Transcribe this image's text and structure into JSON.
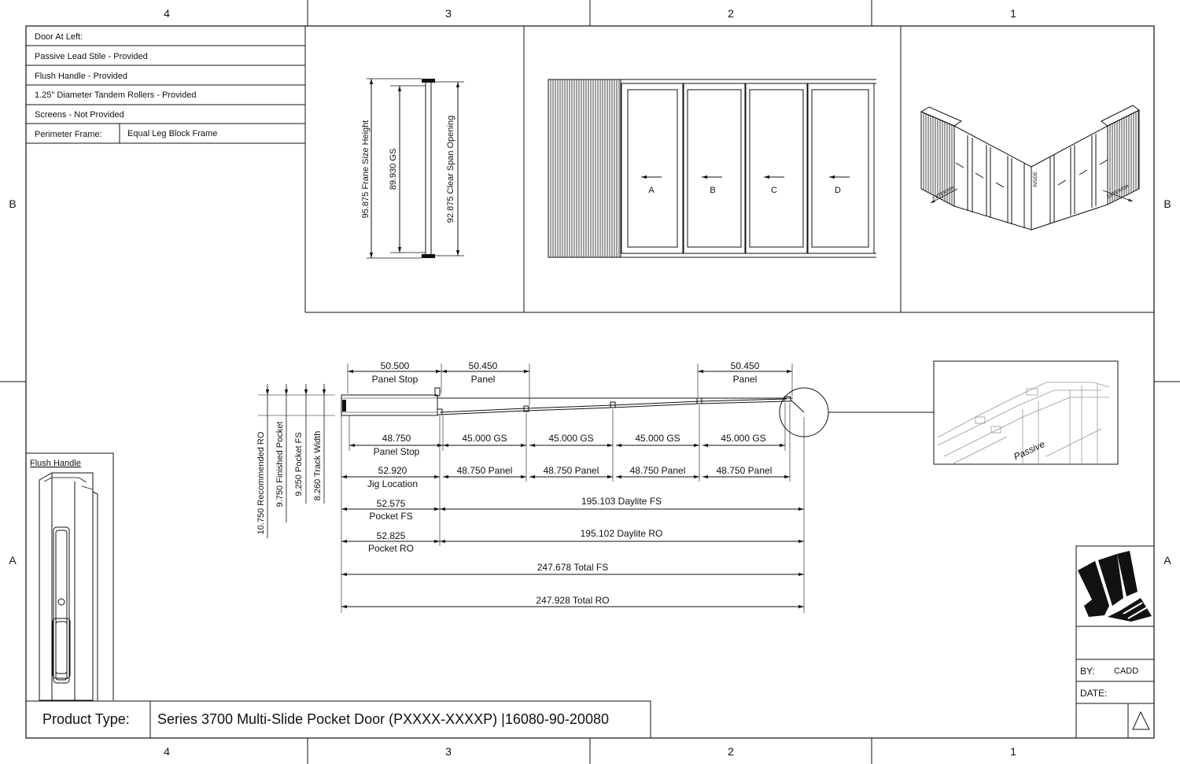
{
  "border": {
    "top_zones": [
      "4",
      "3",
      "2",
      "1"
    ],
    "bottom_zones": [
      "4",
      "3",
      "2",
      "1"
    ],
    "left_rows": [
      "B",
      "A"
    ],
    "right_rows": [
      "B",
      "A"
    ]
  },
  "spec_table": {
    "rows": [
      "Door At Left:",
      "Passive Lead Stile - Provided",
      "Flush Handle - Provided",
      "1.25\" Diameter Tandem Rollers - Provided",
      "Screens - Not Provided"
    ],
    "frame_label": "Perimeter Frame:",
    "frame_value": "Equal Leg Block Frame"
  },
  "side_section": {
    "frame_height": "95.875 Frane Size Height",
    "gs": "89.930 GS",
    "clear_span": "92.875 Clear Span Opening"
  },
  "elevation": {
    "panels": [
      "A",
      "B",
      "C",
      "D"
    ]
  },
  "plan": {
    "top_dims": [
      {
        "value": "50.500",
        "label": "Panel Stop"
      },
      {
        "value": "50.450",
        "label": "Panel"
      },
      {
        "value": "50.450",
        "label": "Panel"
      }
    ],
    "vertical_dims": [
      "10.750 Recommended RO",
      "9.750 Finished Pocket",
      "9.250 Pocket FS",
      "8.260 Track Width"
    ],
    "row1": [
      {
        "value": "48.750",
        "label": "Panel Stop"
      },
      {
        "value": "45.000 GS"
      },
      {
        "value": "45.000 GS"
      },
      {
        "value": "45.000 GS"
      },
      {
        "value": "45.000 GS"
      }
    ],
    "row2": [
      {
        "value": "52.920",
        "label": "Jig Location"
      },
      {
        "value": "48.750 Panel"
      },
      {
        "value": "48.750 Panel"
      },
      {
        "value": "48.750 Panel"
      },
      {
        "value": "48.750 Panel"
      }
    ],
    "pocket_fs": {
      "value": "52.575",
      "label": "Pocket FS"
    },
    "daylite_fs": "195.103 Daylite FS",
    "pocket_ro": {
      "value": "52.825",
      "label": "Pocket RO"
    },
    "daylite_ro": "195.102 Daylite RO",
    "total_fs": "247.678 Total FS",
    "total_ro": "247.928 Total RO"
  },
  "detail_label": "Passive",
  "iso_labels": {
    "inside": "INSIDE",
    "exterior_left": "EXTERIOR",
    "exterior_right": "EXTERIOR"
  },
  "handle": {
    "title": "Flush Handle"
  },
  "title_block": {
    "product_type_label": "Product Type:",
    "product_type_value": "Series 3700 Multi-Slide Pocket Door (PXXXX-XXXXP) |16080-90-20080",
    "by_label": "BY:",
    "by_value": "CADD",
    "date_label": "DATE:"
  }
}
